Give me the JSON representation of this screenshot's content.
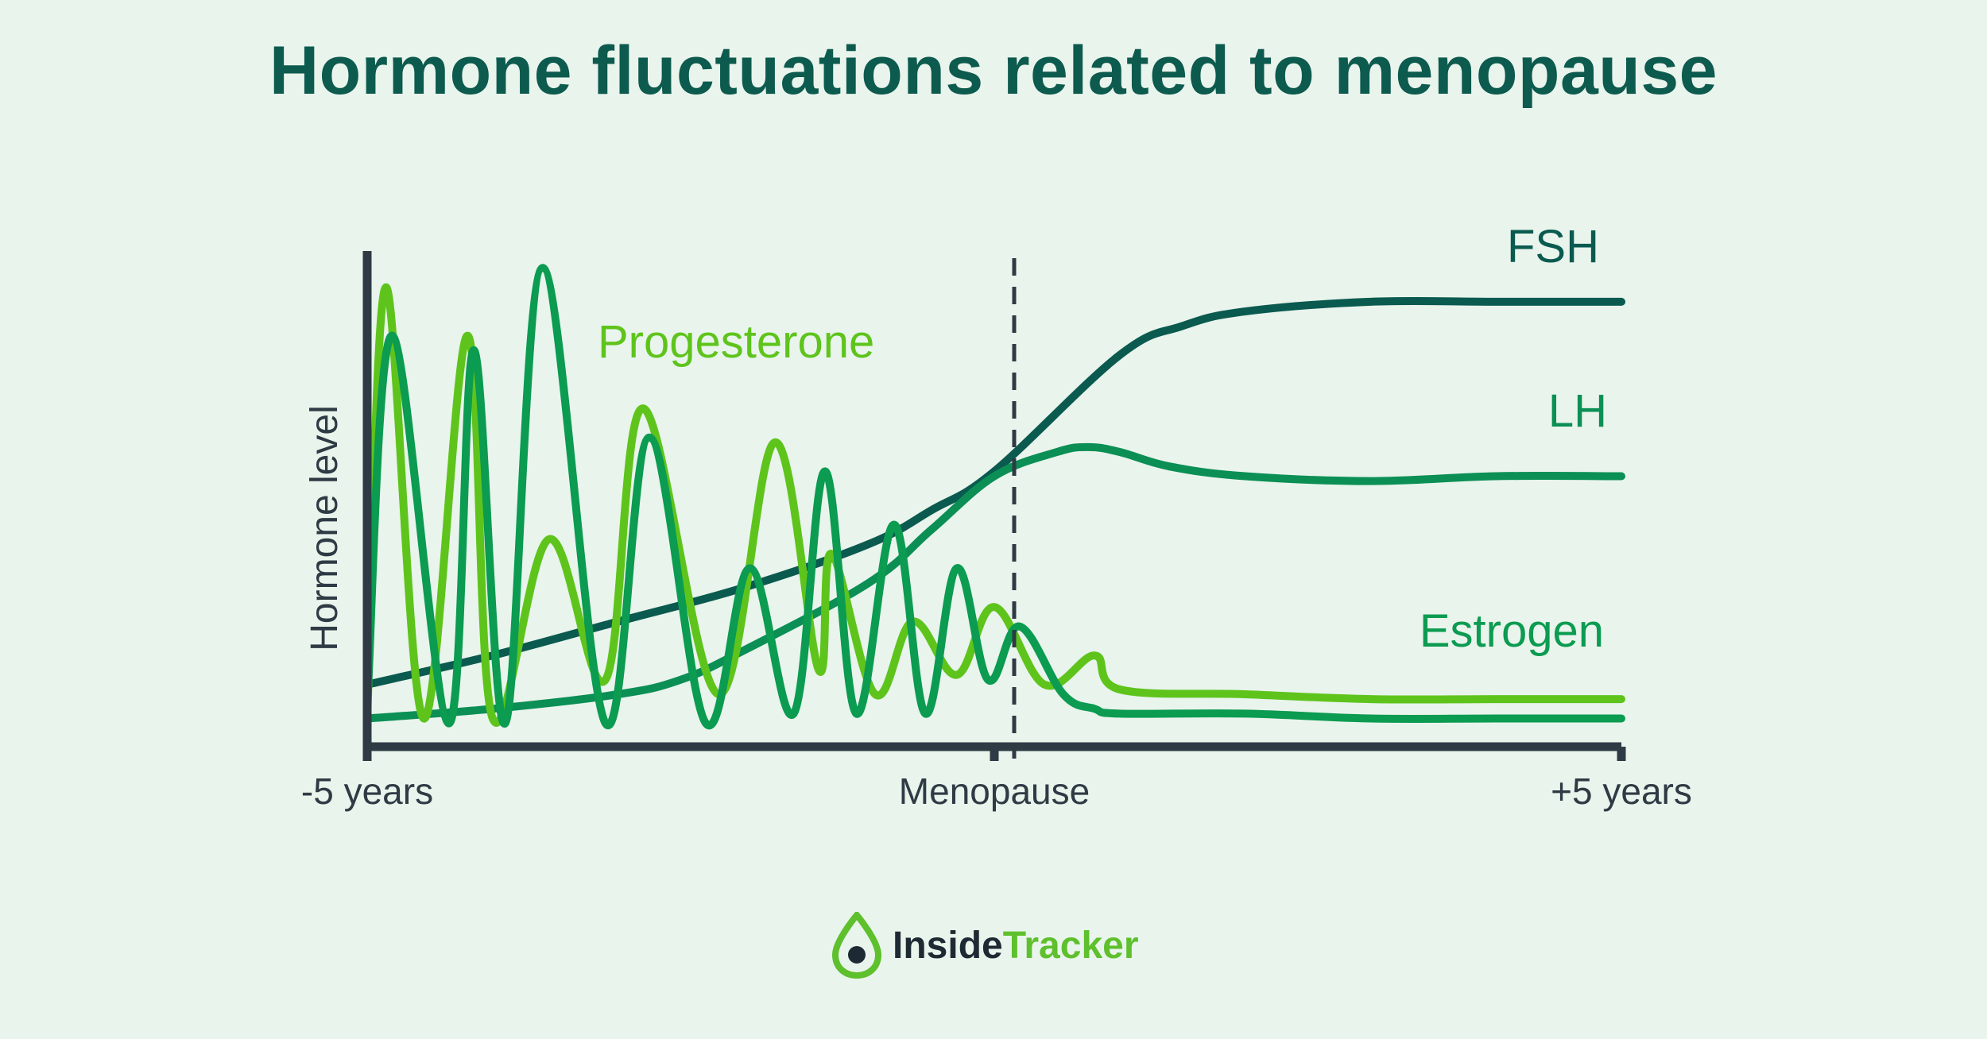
{
  "chart_data": {
    "type": "line",
    "title": "Hormone fluctuations related to menopause",
    "ylabel": "Hormone level",
    "x_ticks": [
      "-5 years",
      "Menopause",
      "+5 years"
    ],
    "x_tick_values": [
      -5,
      0,
      5
    ],
    "xlim": [
      -5,
      5
    ],
    "ylim": [
      0,
      100
    ],
    "grid": false,
    "menopause_marker": {
      "x": 0,
      "style": "dashed"
    },
    "series": [
      {
        "name": "FSH",
        "color": "#0a5a4f",
        "x": [
          -5,
          -4,
          -3,
          -2,
          -1,
          -0.5,
          0,
          1,
          1.5,
          2,
          3,
          4,
          5
        ],
        "y": [
          12,
          18,
          25,
          32,
          41,
          48,
          56,
          80,
          86,
          89,
          91,
          91,
          91
        ]
      },
      {
        "name": "LH",
        "color": "#0b8f55",
        "x": [
          -5,
          -4,
          -3,
          -2.5,
          -2,
          -1,
          -0.5,
          0,
          0.5,
          0.75,
          1,
          1.4,
          2,
          3,
          4,
          5
        ],
        "y": [
          5,
          7,
          10,
          13,
          19,
          33,
          44,
          55,
          60,
          61,
          60,
          57,
          55,
          54,
          55,
          55
        ]
      },
      {
        "name": "Progesterone",
        "color": "#5ec41c",
        "x": [
          -5,
          -4.85,
          -4.55,
          -4.2,
          -4,
          -3.55,
          -3.1,
          -2.8,
          -2.2,
          -1.75,
          -1.4,
          -1.3,
          -0.95,
          -0.65,
          -0.3,
          0,
          0.4,
          0.8,
          1,
          2,
          3,
          4,
          5
        ],
        "y": [
          5,
          94,
          5,
          84,
          5,
          42,
          13,
          69,
          10,
          62,
          15,
          39,
          10,
          25,
          14,
          28,
          12,
          18,
          11,
          10,
          9,
          9,
          9
        ]
      },
      {
        "name": "Estrogen",
        "color": "#0b9b51",
        "x": [
          -5,
          -4.8,
          -4.35,
          -4.15,
          -3.9,
          -3.6,
          -3.1,
          -2.75,
          -2.3,
          -1.95,
          -1.6,
          -1.35,
          -1.1,
          -0.8,
          -0.55,
          -0.3,
          -0.05,
          0.2,
          0.55,
          0.8,
          1,
          2,
          3,
          4,
          5
        ],
        "y": [
          8,
          84,
          4,
          81,
          4,
          98,
          4,
          63,
          4,
          36,
          6,
          56,
          6,
          45,
          6,
          36,
          13,
          24,
          10,
          7,
          6,
          6,
          5,
          5,
          5
        ]
      }
    ]
  },
  "brand": {
    "part1": "Inside",
    "part2": "Tracker"
  }
}
